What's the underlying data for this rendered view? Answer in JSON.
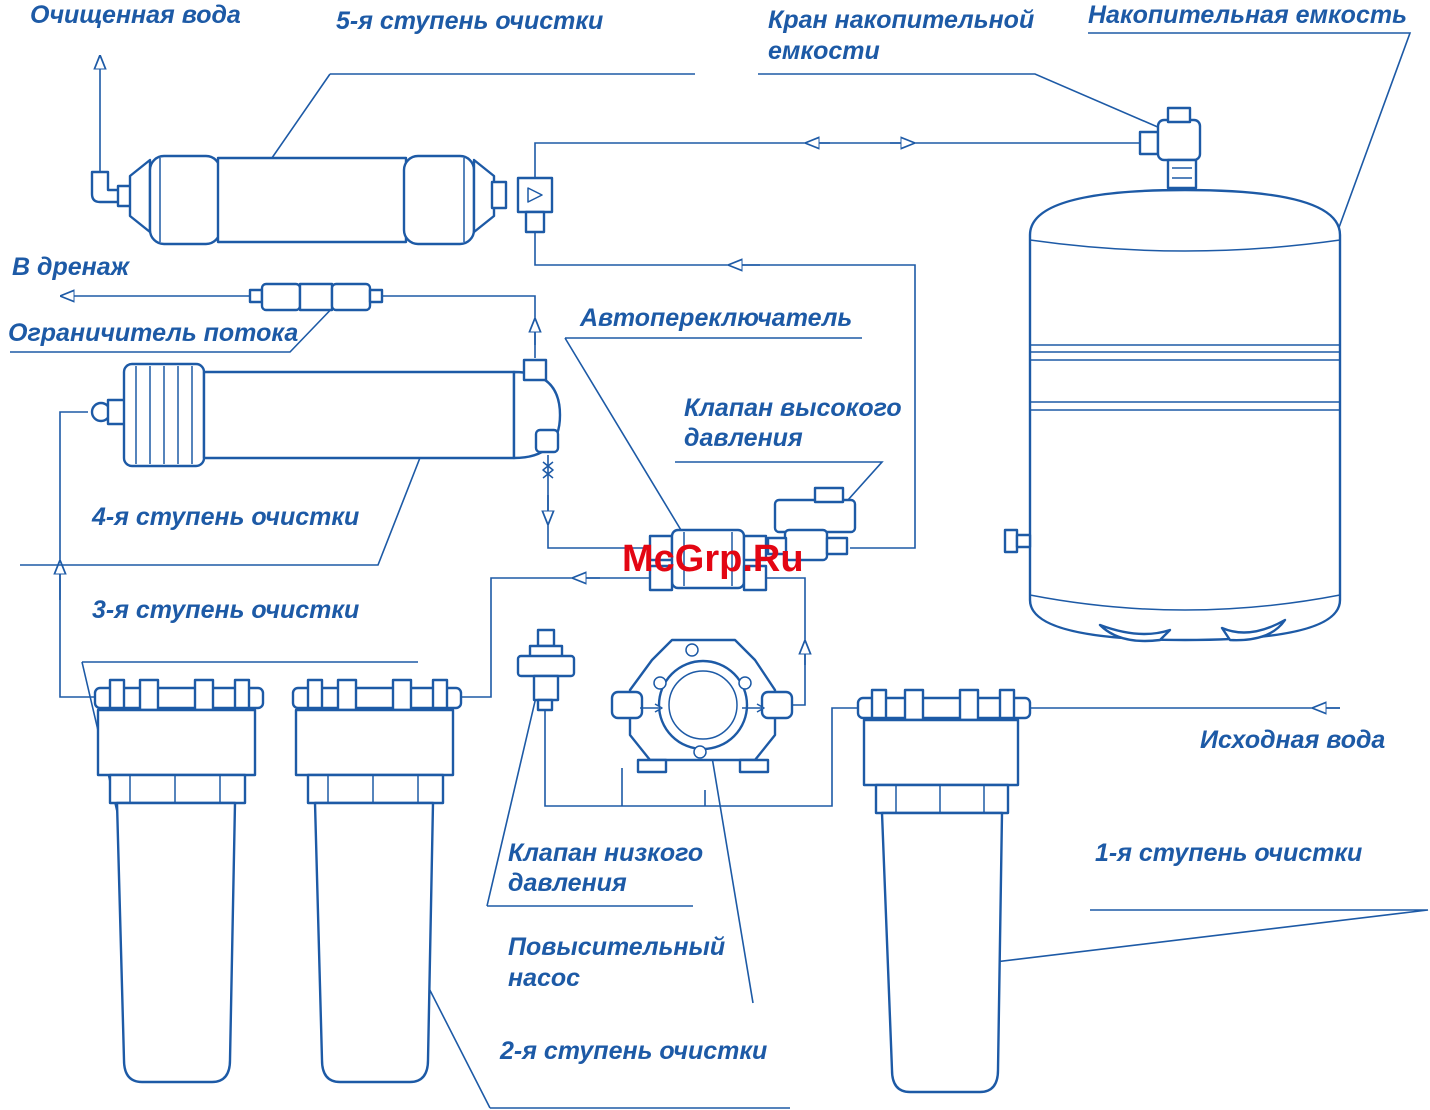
{
  "colors": {
    "primary": "#1d5aa6",
    "background": "#ffffff",
    "part_fill": "#ffffff",
    "watermark": "#e30613"
  },
  "labels": {
    "purified_water": "Очищенная вода",
    "stage5": "5-я ступень очистки",
    "tank_tap_line1": "Кран накопительной",
    "tank_tap_line2": "емкости",
    "storage_tank": "Накопительная емкость",
    "to_drain": "В дренаж",
    "flow_restrictor": "Ограничитель потока",
    "auto_switch": "Автопереключатель",
    "high_pressure_valve_line1": "Клапан высокого",
    "high_pressure_valve_line2": "давления",
    "stage4": "4-я ступень очистки",
    "stage3": "3-я ступень очистки",
    "source_water": "Исходная вода",
    "stage1": "1-я ступень очистки",
    "low_pressure_valve_line1": "Клапан низкого",
    "low_pressure_valve_line2": "давления",
    "booster_pump_line1": "Повысительный",
    "booster_pump_line2": "насос",
    "stage2": "2-я ступень очистки"
  },
  "watermark": "McGrp.Ru"
}
